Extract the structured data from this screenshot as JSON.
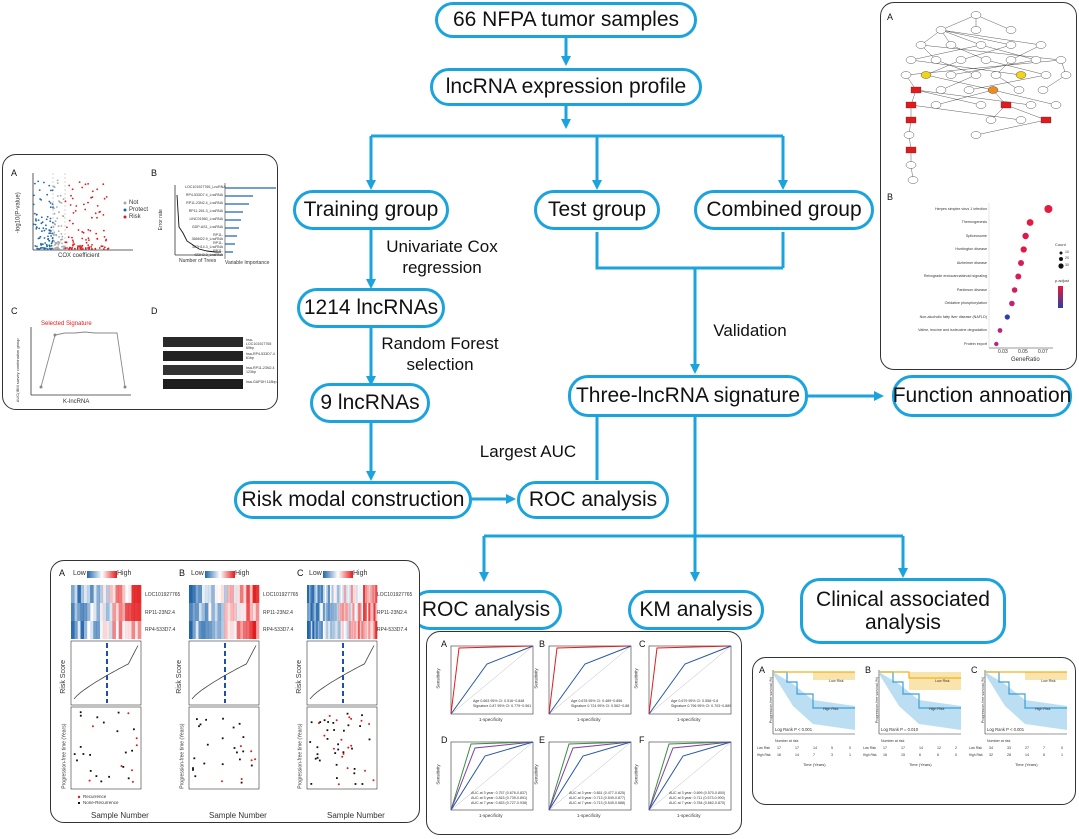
{
  "flow": {
    "samples": "66 NFPA tumor samples",
    "profile": "lncRNA expression profile",
    "training": "Training group",
    "test": "Test group",
    "combined": "Combined group",
    "univariate": "Univariate Cox\nregression",
    "n1214": "1214 lncRNAs",
    "random_forest": "Random Forest\nselection",
    "n9": "9 lncRNAs",
    "validation": "Validation",
    "signature": "Three-lncRNA signature",
    "function": "Function annoation",
    "largest_auc": "Largest AUC",
    "risk_model": "Risk modal construction",
    "roc_main": "ROC analysis",
    "roc_bottom": "ROC analysis",
    "km": "KM analysis",
    "clinical": "Clinical associated\nanalysis"
  },
  "left_panel": {
    "labels": [
      "A",
      "B",
      "C",
      "D"
    ],
    "legend": [
      "Not",
      "Protect",
      "Risk"
    ],
    "volcano_xlabel": "COX coefficient",
    "volcano_ylabel": "-log10(P-value)",
    "trees_xlabel": "Number of Trees",
    "trees_ylabel": "Error rate",
    "importance_xlabel": "Variable Importance",
    "genes": [
      "LOC101927765_LncRNA",
      "RP4-533D7.4_LncRNA",
      "RP11-23N2.4_LncRNA",
      "RP11-261.3_LncRNA",
      "LINC01560_LncRNA",
      "GDP-AS1_LncRNA",
      "RP11-366M22.9_LncRNA",
      "RP11-387H14.3_LncRNA",
      "RP11-423H2.3_LncRNA"
    ],
    "c_title": "Selected Signature",
    "c_xlabel": "K-lncRNA",
    "c_ylabel": "AUC(IBM survey combination group",
    "blot_labels": [
      "hsa-LOC101927765 69bp",
      "hsa-RP4-533D7.4 61bp",
      "hsa-RP11-23N2.4 123bp",
      "hsa-GAPDH 118bp"
    ]
  },
  "right_panel": {
    "labels": [
      "A",
      "B"
    ],
    "terms": [
      "Herpes simplex virus 1 infection",
      "Thermogenesis",
      "Spliceosome",
      "Huntington disease",
      "Alzheimer disease",
      "Retrograde endocannabinoid signaling",
      "Parkinson disease",
      "Oxidative phosphorylation",
      "Non-alcoholic fatty liver disease (NAFLD)",
      "Valine, leucine and isoleucine degradation",
      "Protein export"
    ],
    "gene_ratio": [
      0.085,
      0.065,
      0.06,
      0.058,
      0.055,
      0.052,
      0.048,
      0.045,
      0.04,
      0.032,
      0.028
    ],
    "xlabel": "GeneRatio",
    "xticks": [
      "0.03",
      "0.05",
      "0.07"
    ],
    "count_title": "Count",
    "count_values": [
      "10",
      "20",
      "30"
    ],
    "padj_title": "p.adjust"
  },
  "heat_panel": {
    "labels": [
      "A",
      "B",
      "C"
    ],
    "low": "Low",
    "high": "High",
    "genes": [
      "LOC101927765",
      "RP11-23N2.4",
      "RP4-533D7.4"
    ],
    "risk_ylabel": "Risk Score",
    "pfs_ylabel": "Progression-free time (Years)",
    "xlabel": "Sample Number",
    "legend": [
      "Recurrence",
      "None-Recurrence"
    ]
  },
  "roc_panel": {
    "labels": [
      "A",
      "B",
      "C",
      "D",
      "E",
      "F"
    ],
    "xlabel": "1-specificity",
    "ylabel": "Sensitivity",
    "top_legends": [
      [
        "Age 0.663 95% CI: 0.516~0.848",
        "Signature 0.87 95% CI: 0.779~0.961"
      ],
      [
        "Age 0.678 95% CI: 0.489~0.856",
        "Signature 0.724 95% CI: 0.562~0.88"
      ],
      [
        "Age 0.679 95% CI: 0.558~0.8",
        "Signature 0.796 95% CI: 0.703~0.889"
      ]
    ],
    "bottom_legends": [
      [
        "AUC at 3 year: 0.757 (0.676-0.837)",
        "AUC at 5 year: 0.815 (0.739-0.891)",
        "AUC at 7 year: 0.833 (0.727-0.938)"
      ],
      [
        "AUC at 3 year: 0.651 (0.477-0.825)",
        "AUC at 5 year: 0.713 (0.549-0.877)",
        "AUC at 7 year: 0.713 (0.549-0.688)"
      ],
      [
        "AUC at 3 year: 0.699 (0.570-0.800)",
        "AUC at 5 year: 0.711 (0.573-0.900)",
        "AUC at 7 year: 0.784 (0.662-0.870)"
      ]
    ]
  },
  "km_panel": {
    "labels": [
      "A",
      "B",
      "C"
    ],
    "ylabel": "Progression-free survival (%)",
    "xlabel": "Time (Years)",
    "low_risk": "Low Risk",
    "high_risk": "High Risk",
    "pvalues": [
      "Log Rank P < 0.001",
      "Log Rank P = 0.010",
      "Log Rank P < 0.001"
    ],
    "number_at_risk": "Number at risk",
    "risk_tables": [
      {
        "low": [
          "17",
          "17",
          "14",
          "5",
          "0"
        ],
        "high": [
          "16",
          "14",
          "7",
          "3",
          "1"
        ]
      },
      {
        "low": [
          "17",
          "17",
          "14",
          "12",
          "2"
        ],
        "high": [
          "16",
          "15",
          "6",
          "6",
          "0"
        ]
      },
      {
        "low": [
          "34",
          "33",
          "27",
          "7",
          "0"
        ],
        "high": [
          "32",
          "28",
          "14",
          "6",
          "1"
        ]
      }
    ]
  },
  "colors": {
    "accent": "#1aa3dd",
    "red": "#e31a1c",
    "blue": "#2166ac",
    "km_low": "#f2b21c",
    "km_high": "#3aa0d8"
  }
}
